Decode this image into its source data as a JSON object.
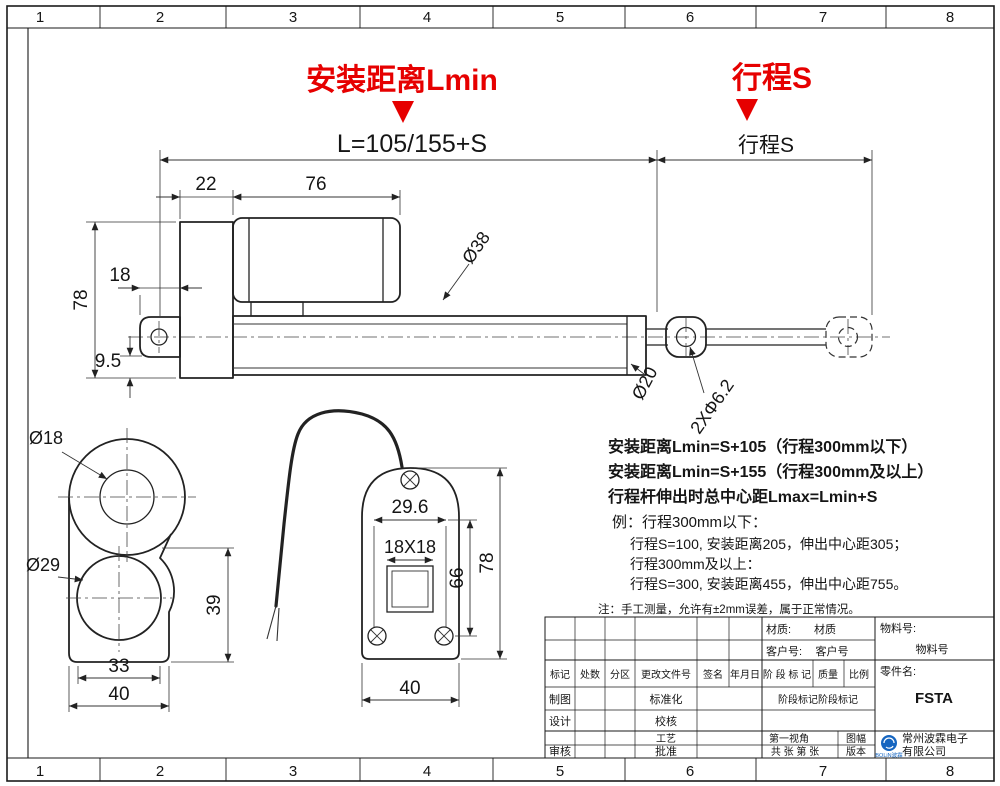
{
  "frame": {
    "columns": [
      "1",
      "2",
      "3",
      "4",
      "5",
      "6",
      "7",
      "8"
    ]
  },
  "red_callouts": {
    "install": "安装距离Lmin",
    "stroke": "行程S"
  },
  "dims": {
    "total": "L=105/155+S",
    "stroke": "行程S",
    "width22": "22",
    "width76": "76",
    "width18": "18",
    "height78": "78",
    "height9_5": "9.5",
    "dia38": "Ø38",
    "dia20": "Ø20",
    "holes": "2XΦ6.2",
    "dia18": "Ø18",
    "dia29": "Ø29",
    "height39": "39",
    "width33": "33",
    "width40_bracket": "40",
    "width29_6": "29.6",
    "square": "18X18",
    "height66": "66",
    "height78_view": "78",
    "width40_view": "40"
  },
  "notes": {
    "l1": "安装距离Lmin=S+105（行程300mm以下）",
    "l2": "安装距离Lmin=S+155（行程300mm及以上）",
    "l3": "行程杆伸出时总中心距Lmax=Lmin+S",
    "l4": "例：行程300mm以下：",
    "l5": "行程S=100, 安装距离205，伸出中心距305；",
    "l6": "行程300mm及以上：",
    "l7": "行程S=300, 安装距离455，伸出中心距755。",
    "footnote": "注：手工测量，允许有±2mm误差，属于正常情况。"
  },
  "titleblock": {
    "material_label": "材质:",
    "material_value": "材质",
    "itemno_label": "物料号:",
    "itemno_value": "物料号",
    "customer_label": "客户号:",
    "customer_value": "客户号",
    "rev_headers": [
      "标记",
      "处数",
      "分区",
      "更改文件号",
      "签名",
      "年月日"
    ],
    "stage_label": "阶 段 标 记",
    "quality_label": "质量",
    "scale_label": "比例",
    "stage_value": "阶段标记阶段标记",
    "partname_label": "零件名:",
    "partname_value": "FSTA",
    "roles": {
      "draft": "制图",
      "standardize": "标准化",
      "design": "设计",
      "check": "校核",
      "process": "工艺",
      "review": "审核",
      "approve": "批准"
    },
    "first_angle": "第一视角",
    "sheet": "图幅",
    "pages": "共 张 第 张",
    "version": "版本",
    "brand": "BOLiN波霖",
    "company_line1": "常州波霖电子",
    "company_line2": "有限公司"
  }
}
